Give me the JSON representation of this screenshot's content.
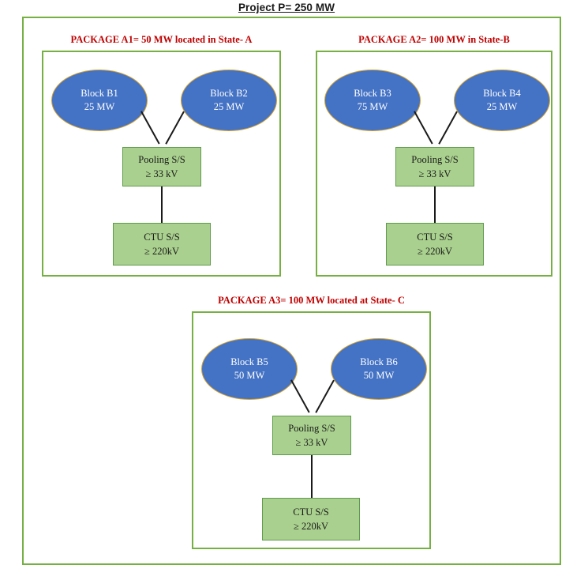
{
  "title": "Project P= 250 MW",
  "colors": {
    "frame_green": "#76B043",
    "package_label_red": "#C00000",
    "block_blue": "#4472C4",
    "block_border_gold": "#D9A227",
    "substation_green": "#A9D08E",
    "substation_border_green": "#5E9B4B",
    "line_black": "#1a1a1a",
    "title_text": "#1a1a1a"
  },
  "packages": [
    {
      "id": "A1",
      "label": "PACKAGE A1= 50 MW located in State- A",
      "blocks": [
        {
          "name": "Block B1",
          "capacity": "25 MW"
        },
        {
          "name": "Block B2",
          "capacity": "25 MW"
        }
      ],
      "pooling": {
        "name": "Pooling S/S",
        "voltage": "≥ 33 kV"
      },
      "ctu": {
        "name": "CTU S/S",
        "voltage": "≥ 220kV"
      }
    },
    {
      "id": "A2",
      "label": "PACKAGE A2= 100 MW in State-B",
      "blocks": [
        {
          "name": "Block B3",
          "capacity": "75 MW"
        },
        {
          "name": "Block B4",
          "capacity": "25 MW"
        }
      ],
      "pooling": {
        "name": "Pooling S/S",
        "voltage": "≥ 33 kV"
      },
      "ctu": {
        "name": "CTU S/S",
        "voltage": "≥ 220kV"
      }
    },
    {
      "id": "A3",
      "label": "PACKAGE A3= 100 MW located at State- C",
      "blocks": [
        {
          "name": "Block B5",
          "capacity": "50 MW"
        },
        {
          "name": "Block B6",
          "capacity": "50 MW"
        }
      ],
      "pooling": {
        "name": "Pooling S/S",
        "voltage": "≥ 33 kV"
      },
      "ctu": {
        "name": "CTU S/S",
        "voltage": "≥ 220kV"
      }
    }
  ]
}
